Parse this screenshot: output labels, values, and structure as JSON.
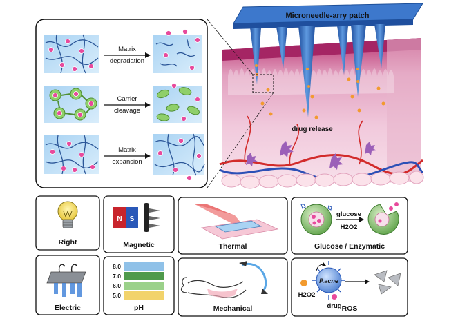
{
  "patch": {
    "label": "Microneedle-arry patch"
  },
  "skin": {
    "release_label": "drug release"
  },
  "mechanisms": [
    {
      "line1": "Matrix",
      "line2": "degradation"
    },
    {
      "line1": "Carrier",
      "line2": "cleavage"
    },
    {
      "line1": "Matrix",
      "line2": "expansion"
    }
  ],
  "stimuli": {
    "light": "Right",
    "magnetic": "Magnetic",
    "magnet_n": "N",
    "magnet_s": "S",
    "thermal": "Thermal",
    "glucose": "Glucose / Enzymatic",
    "glucose_arrow": "glucose",
    "glucose_h2o2": "H2O2",
    "electric": "Electric",
    "ph": "pH",
    "ph_levels": [
      "8.0",
      "7.0",
      "6.0",
      "5.0"
    ],
    "mechanical": "Mechanical",
    "ros": "ROS",
    "ros_bacteria": "P.acne",
    "ros_h2o2": "H2O2",
    "ros_drug": "drug"
  },
  "colors": {
    "needle": "#2f6fc6",
    "skin_top": "#c93f7d",
    "skin_bottom": "#f3c6da",
    "ph_8": "#8fc1e8",
    "ph_7": "#4f9a4c",
    "ph_6": "#9bd18a",
    "ph_5": "#f2d36b",
    "drug_dot": "#e84a9c"
  }
}
